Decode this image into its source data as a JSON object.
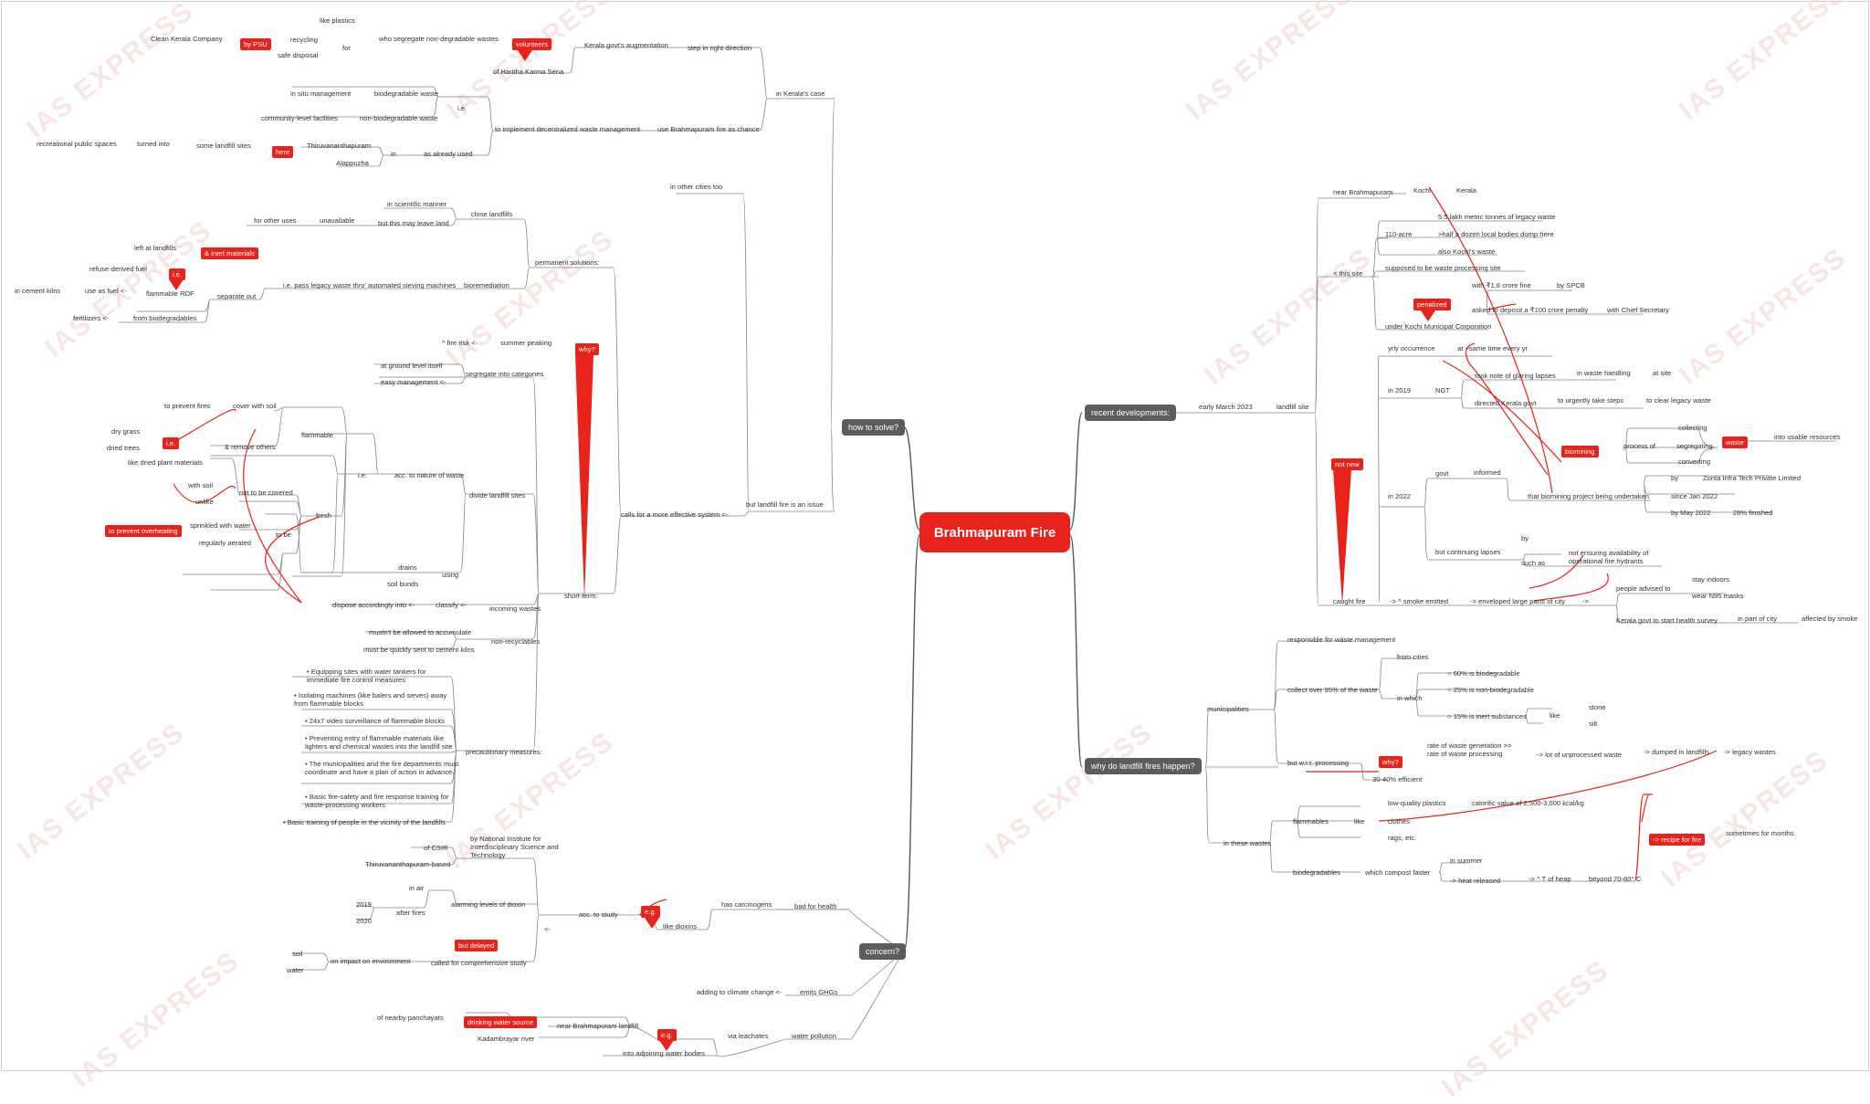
{
  "watermark": "IAS EXPRESS",
  "central": "Brahmapuram Fire",
  "branches": {
    "recent": "recent developments:",
    "why": "why do landfill fires happen?",
    "how": "how to solve?",
    "concern": "concern?"
  },
  "recent": {
    "early": "early March 2023",
    "landfill": "landfill site",
    "near": "near Brahmapuram",
    "kochi": "Kochi",
    "kerala": "Kerala",
    "this_site": "< this site",
    "acre": "110-acre",
    "legacy": "5.5 lakh metric tonnes of legacy waste",
    "half_dozen": ">half a dozen local bodies dump here",
    "also_kochi": "also Kochi's waste",
    "supposed": "supposed to be waste processing site",
    "fine": "with ₹1.8 crore fine",
    "by_spcb": "by SPCB",
    "penalized": "penalized",
    "deposit": "asked to deposit a ₹100 crore penalty",
    "chief": "with Chief Secretary",
    "under": "under Kochi Municipal Corporation",
    "not_new": "not new",
    "yrly": "yrly occurrence",
    "same_time": "at ~same time every yr",
    "in2019": "in 2019",
    "ngt": "NGT",
    "took_note": "took note of glaring lapses",
    "in_waste_handling": "in waste handling",
    "at_site": "at site",
    "directed": "directed Kerala govt",
    "urgently": "to urgently take steps",
    "clear_legacy": "to clear legacy waste",
    "biomining": "biomining",
    "process_of": "process of",
    "collecting": "collecting",
    "segregating": "segregating",
    "converting": "converting",
    "waste": "waste",
    "usable": "into usable resources",
    "in2022": "in 2022",
    "govt": "govt",
    "informed": "informed",
    "project": "that biomining project being undertaken",
    "by": "by",
    "zonta": "Zonta Infra Tech Private Limited",
    "since": "since Jan 2022",
    "by_may": "by May 2022",
    "finished": "28% finished",
    "continuing": "but continuing lapses",
    "by2": "by",
    "such_as": "such as",
    "not_ensuring": "not ensuring availability of operational fire hydrants",
    "caught": "caught fire",
    "smoke": "-> ^ smoke emitted",
    "enveloped": "-> enveloped large parts of city",
    "arrow": "->",
    "advised": "people advised to",
    "stay": "stay indoors",
    "n95": "wear N95 masks",
    "survey": "Kerala govt to start health survey",
    "in_part": "in part of city",
    "affected": "affected by smoke"
  },
  "why": {
    "municipalities": "municipalities",
    "responsible": "responsible for waste management",
    "collect": "collect over 95% of the waste",
    "from_cities": "from cities",
    "in_which": "in which",
    "pct60": "○   60% is biodegradable",
    "pct25": "○   25% is non-biodegradable",
    "pct15": "○   15% is inert substances",
    "like": "like",
    "stone": "stone",
    "silt": "silt",
    "but_wrt": "but w.r.t. processing",
    "why_q": "why?",
    "rate": "rate of waste generation >> rate of waste processing",
    "unprocessed": "-> lot of unprocessed waste",
    "dumped": "-> dumped in landfills",
    "legacy_wastes": "-> legacy wastes",
    "efficient": "30-40% efficient",
    "in_these": "in these wastes",
    "flammables": "flammables",
    "like2": "like",
    "low_quality": "low-quality plastics",
    "calorific": "calorific value of 2,500-3,000 kcal/kg",
    "clothes": "clothes",
    "rags": "rags, etc.",
    "biodegradables": "biodegradables",
    "compost": "which compost faster",
    "in_summer": "in summer",
    "heat": "-> heat released",
    "temp": "-> ^ T of heap",
    "beyond": "beyond 70-80° C",
    "recipe": "-> recipe for fire",
    "months": "sometimes for months"
  },
  "how": {
    "in_kerala": "in Kerala's case",
    "step": "step in right direction",
    "augmentation": "Kerala govt's augmentation",
    "volunteers": "volunteers",
    "haritha": "of Haritha Karma Sena",
    "who_segregate": "who segregate non-degradable wastes",
    "like_plastics": "like plastics",
    "for": "for",
    "recycling": "recycling",
    "safe_disposal": "safe disposal",
    "by_psu": "by PSU",
    "clean_kerala": "Clean Kerala Company",
    "use_brahmapuram": "use Brahmapuram fire as chance",
    "decentralized": "to implement decentralized waste management",
    "ie": "i.e.",
    "biodegradable": "biodegradable waste",
    "in_situ": "in situ management",
    "nonbio": "non-biodegradable waste",
    "community": "community-level facilities",
    "already": "as already used",
    "in": "in",
    "tvm": "Thiruvananthapuram",
    "alappuzha": "Alappuzha",
    "here": "here",
    "some_sites": "some landfill sites",
    "turned": "turned into",
    "recreational": "recreational public spaces",
    "other_cities": "in other cities too",
    "but_issue": "but landfill fire is an issue",
    "calls": "calls for a more effective system <-",
    "permanent": "permanent solutions:",
    "close": "close landfills",
    "scientific": "in scientific manner",
    "may_leave": "but this may leave land",
    "unavailable": "unavailable",
    "other_uses": "for other uses",
    "bioremediation": "bioremediation",
    "sieving": "i.e. pass legacy waste thro' automated sieving machines",
    "separate": "separate out",
    "inert": "& inert materials",
    "left_at": "left at landfills",
    "ie2": "i.e.",
    "rdf_full": "refuse-derived fuel",
    "rdf": "flammable RDF",
    "fuel": "use as fuel <-",
    "kilns": "in cement kilns",
    "from_bio": "from biodegradables",
    "fertilizers": "fertilizers <-",
    "why_q": "why?",
    "peaking": "summer peaking",
    "fire_risk": "^ fire risk <-",
    "short_term": "short-term:",
    "segregate": "segregate into categories",
    "ground": "at ground level itself",
    "easy": "easy management <-",
    "divide": "divide landfill sites",
    "acc": "acc. to nature of waste",
    "ie3": "i.e.",
    "flammable": "flammable",
    "cover": "cover with soil",
    "prevent_fires": "to prevent fires",
    "remove": "& remove others",
    "ie4": "i.e.",
    "dry_grass": "dry grass",
    "dried_trees": "dried trees",
    "dried_plant": "like dried plant materials",
    "not_covered": "not to be covered",
    "with_soil": "with soil",
    "unlike": "unlike",
    "fresh": "fresh",
    "prevent_overheating": "to prevent overheating",
    "sprinkled": "sprinkled with water",
    "to_be": "to be",
    "aerated": "regularly aerated",
    "using": "using",
    "drains": "drains",
    "bunds": "soil bunds",
    "incoming": "incoming wastes",
    "classify": "classify <-",
    "dispose": "dispose accordingly into <-",
    "nonrec": "non-recyclables",
    "mustnt": "mustn't be allowed to accumulate",
    "kilns2": "must be quickly sent to cement kilns",
    "precautionary": "precautionary measures:",
    "measures": [
      "•   Equipping sites with water tankers for immediate fire control measures",
      "•   Isolating machines (like balers and sieves) away from flammable blocks",
      "•   24x7 video surveillance of flammable blocks",
      "•   Preventing entry of flammable materials like lighters and chemical wastes into the landfill site",
      "•   The municipalities and the fire departments must coordinate and have a plan of action in advance.",
      "•   Basic fire-safety and fire response training for waste-processing workers",
      "•   Basic training of people in the vicinity of the landfills"
    ]
  },
  "concern": {
    "bad_health": "bad for health",
    "carcinogens": "has carcinogens",
    "eg": "e.g.",
    "dioxins": "like dioxins",
    "study": "acc. to study",
    "lt": "<-",
    "niist": "by National Institute for Interdisciplinary Science and Technology",
    "csir": "of CSIR",
    "tvm_based": "Thiruvananthapuram-based",
    "alarming": "alarming levels of dioxin",
    "in_air": "in air",
    "after": "after fires",
    "y2019": "2019",
    "y2020": "2020",
    "but_delayed": "but delayed",
    "called": "called for comprehensive study",
    "impact": "on impact on environment",
    "soil": "soil",
    "water": "water",
    "ghg": "emits GHGs",
    "climate": "adding to climate change <-",
    "pollution": "water pollution",
    "leachates": "via leachates",
    "adjoining": "into adjoining water bodies",
    "eg2": "e.g.",
    "near": "near Brahmapuram landfill",
    "kadambrayar": "Kadambrayar river",
    "drinking": "drinking water source",
    "panchayats": "of nearby panchayats"
  }
}
